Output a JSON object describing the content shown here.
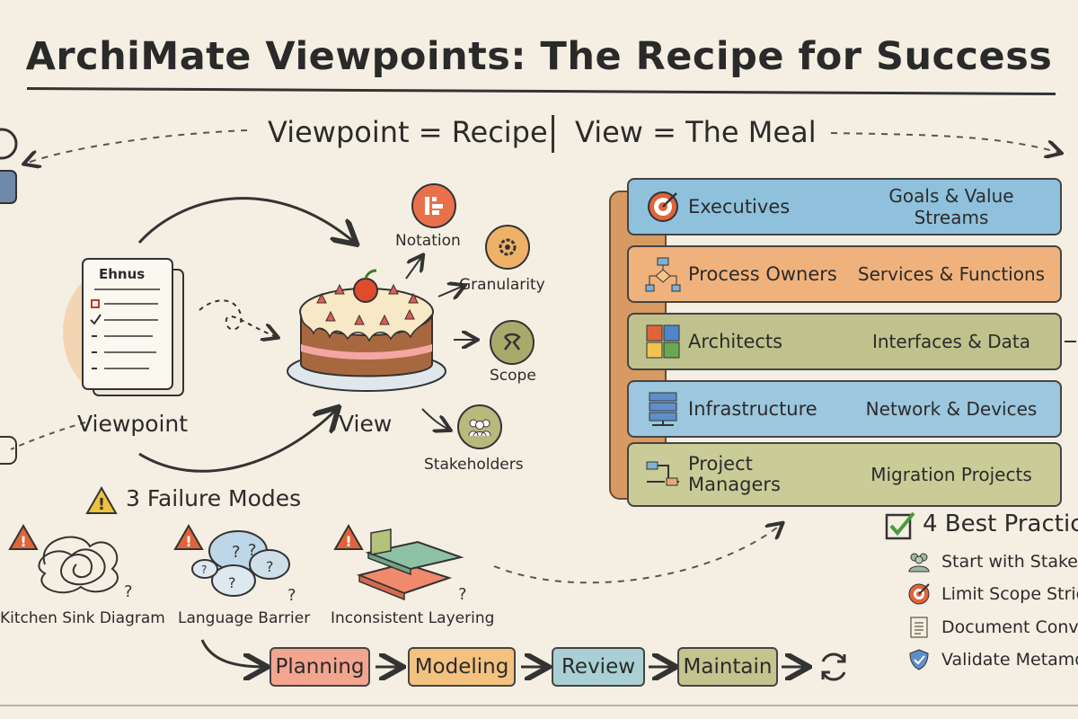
{
  "title": "ArchiMate Viewpoints: The Recipe for Success",
  "subtitle": {
    "left": "Viewpoint = Recipe",
    "right": "View = The Meal"
  },
  "viewpoint": {
    "label": "Viewpoint",
    "recipe_card_title": "Ehnus"
  },
  "view": {
    "label": "View"
  },
  "aspects": [
    "Notation",
    "Granularity",
    "Scope",
    "Stakeholders"
  ],
  "stakeholders": [
    {
      "name": "Executives",
      "focus": "Goals & Value Streams",
      "color": "#8fc1dc",
      "icon": "target-icon"
    },
    {
      "name": "Process Owners",
      "focus": "Services & Functions",
      "color": "#f0b27c",
      "icon": "flowchart-icon"
    },
    {
      "name": "Architects",
      "focus": "Interfaces & Data",
      "color": "#bfc28c",
      "icon": "puzzle-icon"
    },
    {
      "name": "Infrastructure",
      "focus": "Network & Devices",
      "color": "#9cc7de",
      "icon": "server-icon"
    },
    {
      "name": "Project Managers",
      "focus": "Migration Projects",
      "color": "#c9cc97",
      "icon": "timeline-icon"
    }
  ],
  "failure_modes": {
    "title": "3 Failure Modes",
    "items": [
      "Kitchen Sink Diagram",
      "Language Barrier",
      "Inconsistent Layering"
    ]
  },
  "process": {
    "steps": [
      {
        "label": "Planning",
        "color": "#f3a58f"
      },
      {
        "label": "Modeling",
        "color": "#f4c27f"
      },
      {
        "label": "Review",
        "color": "#a9d0d4"
      },
      {
        "label": "Maintain",
        "color": "#c3c48e"
      }
    ]
  },
  "best_practices": {
    "title": "4 Best Practic",
    "items": [
      "Start with Stake",
      "Limit Scope Stric",
      "Document Conve",
      "Validate Metamo"
    ]
  },
  "colors": {
    "background": "#f4efe2",
    "ink": "#2b2b2b",
    "accent_red": "#e0643a",
    "check_green": "#4a9a3c"
  }
}
